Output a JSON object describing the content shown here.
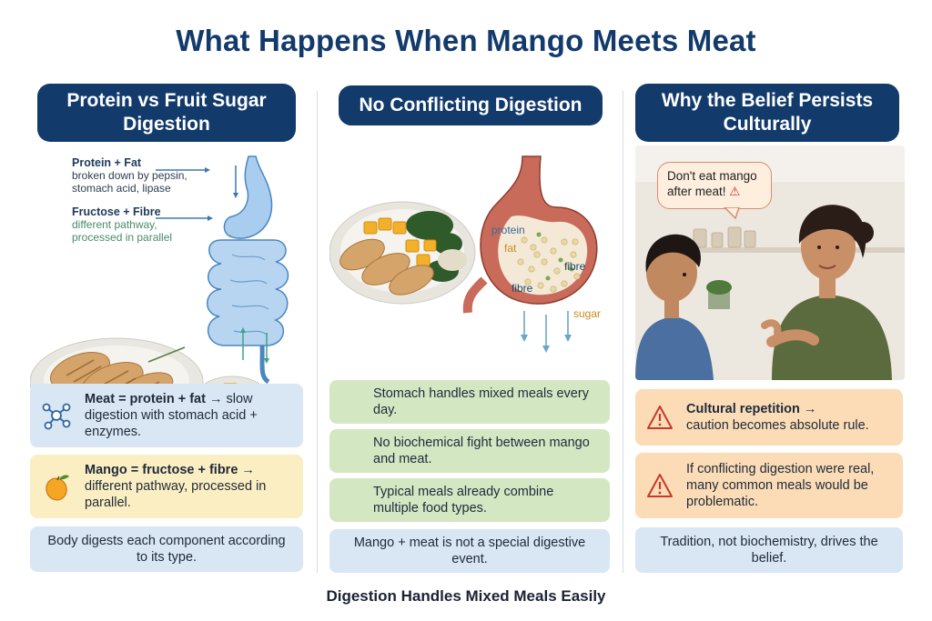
{
  "title": "What Happens When Mango Meets Meat",
  "footer": "Digestion Handles Mixed Meals Easily",
  "columns": [
    {
      "heading": "Protein vs Fruit Sugar Digestion",
      "annotations": {
        "protein_fat": "Protein + Fat",
        "protein_fat_desc": "broken down by pepsin, stomach acid, lipase",
        "fructose_fibre": "Fructose + Fibre",
        "fructose_fibre_desc": "different pathway, processed in parallel"
      },
      "boxes": [
        {
          "bold": "Meat = protein + fat →",
          "text": "slow digestion with stomach acid + enzymes.",
          "icon": "molecule-icon"
        },
        {
          "bold": "Mango = fructose + fibre →",
          "text": "different pathway, processed in parallel.",
          "icon": "mango-icon"
        },
        {
          "text": "Body digests each component according to its type."
        }
      ]
    },
    {
      "heading": "No Conflicting Digestion",
      "labels": {
        "protein": "protein",
        "fat": "fat",
        "fibre1": "fibre",
        "fibre2": "fibre",
        "sugar": "sugar"
      },
      "boxes": [
        {
          "text": "Stomach handles mixed meals every day."
        },
        {
          "text": "No biochemical fight between mango and meat."
        },
        {
          "text": "Typical meals already combine multiple food types."
        },
        {
          "text": "Mango + meat is not a special digestive event."
        }
      ]
    },
    {
      "heading": "Why the Belief Persists Culturally",
      "speech": "Don't eat mango after meat!",
      "boxes": [
        {
          "bold": "Cultural repetition →",
          "text": "caution becomes absolute rule.",
          "icon": "warning-icon"
        },
        {
          "text": "If conflicting digestion were real, many common meals would be problematic.",
          "icon": "warning-icon"
        },
        {
          "text": "Tradition, not biochemistry, drives the belief."
        }
      ]
    }
  ],
  "colors": {
    "navy": "#123a6b",
    "blue_box": "#d9e6f3",
    "yellow_box": "#fbeec2",
    "green_box": "#d3e7c3",
    "orange_box": "#fbdcb6"
  }
}
